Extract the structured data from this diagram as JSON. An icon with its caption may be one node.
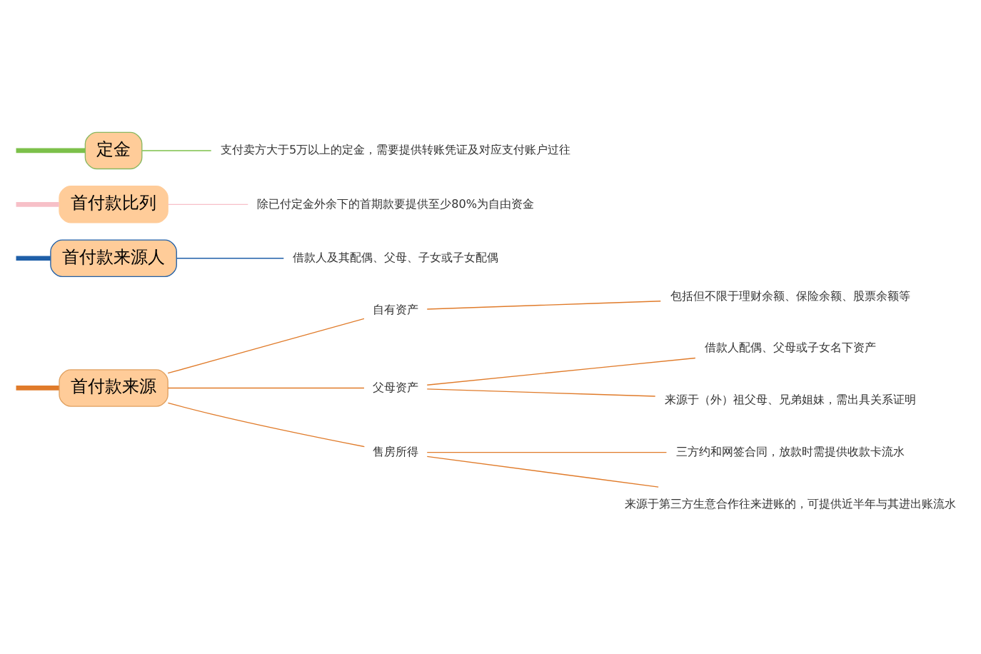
{
  "diagram": {
    "nodes": [
      {
        "text": [
          "首付款来源"
        ]
      },
      {
        "text": [
          "自有资产"
        ]
      },
      {
        "text": [
          "包括但不限于理财余额、保险余额、股票余额等"
        ]
      },
      {
        "text": [
          "父母资产"
        ]
      },
      {
        "text": [
          "借款人配偶、父母或子女名下资产"
        ]
      },
      {
        "text": [
          "来源于（外）祖父母、兄弟姐妹，需出具关系证明"
        ]
      },
      {
        "text": [
          "售房所得"
        ]
      },
      {
        "text": [
          "三方约和网签合同，放款时需提供收款卡流水"
        ]
      },
      {
        "text": [
          "来源于第三方生意合作往来进账的，可提供近半年与其进出账流水"
        ]
      },
      {
        "text": [
          "首付款来源人"
        ]
      },
      {
        "text": [
          "借款人及其配偶、父母、子女或子女配偶"
        ]
      },
      {
        "text": [
          "首付款比列"
        ]
      },
      {
        "text": [
          "除已付定金外余下的首期款要提供至少80%为自由资金"
        ]
      },
      {
        "text": [
          "定金"
        ]
      },
      {
        "text": [
          "支付卖方大于5万以上的定金，需要提供转账凭证及对应支付账户过往"
        ]
      }
    ],
    "edges": [
      {
        "from": null,
        "to": 0,
        "arrow": "none",
        "style": "thick"
      },
      {
        "from": 0,
        "to": 1,
        "arrow": "none"
      },
      {
        "from": 0,
        "to": 3,
        "arrow": "none"
      },
      {
        "from": 0,
        "to": 6,
        "arrow": "none"
      },
      {
        "from": 1,
        "to": 2,
        "arrow": "none"
      },
      {
        "from": 3,
        "to": 4,
        "arrow": "none"
      },
      {
        "from": 3,
        "to": 5,
        "arrow": "none"
      },
      {
        "from": 6,
        "to": 7,
        "arrow": "none"
      },
      {
        "from": 6,
        "to": 8,
        "arrow": "none"
      },
      {
        "from": null,
        "to": 9,
        "arrow": "none",
        "style": "thick",
        "color": "#1f5fa8"
      },
      {
        "from": 9,
        "to": 10,
        "arrow": "none",
        "color": "#1f5fa8"
      },
      {
        "from": null,
        "to": 11,
        "arrow": "none",
        "style": "thick",
        "color": "#f7c0c8"
      },
      {
        "from": 11,
        "to": 12,
        "arrow": "none",
        "color": "#f7c0c8"
      },
      {
        "from": null,
        "to": 13,
        "arrow": "none",
        "style": "thick",
        "color": "#7cc04a"
      },
      {
        "from": 13,
        "to": 14,
        "arrow": "none",
        "color": "#7cc04a"
      }
    ]
  }
}
